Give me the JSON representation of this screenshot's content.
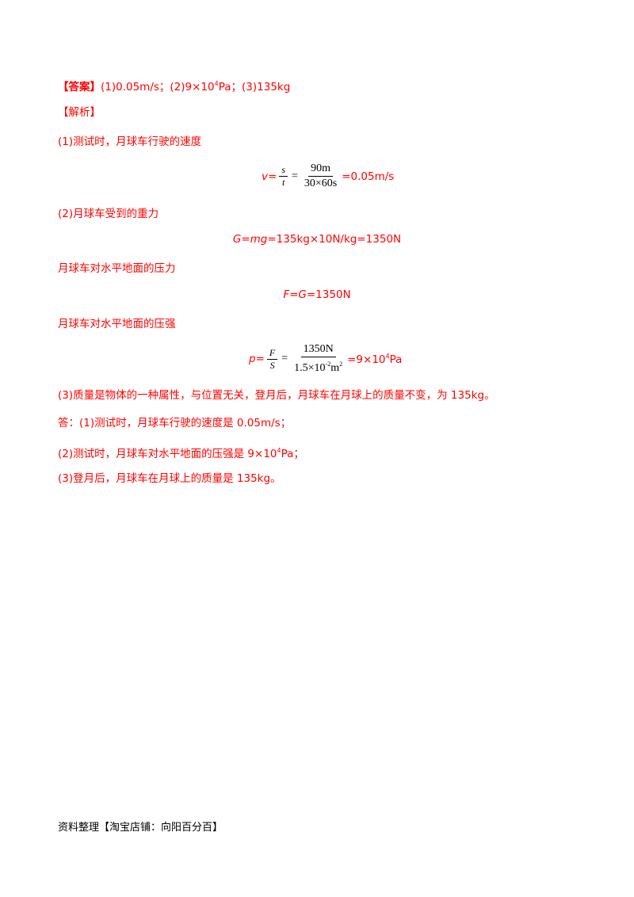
{
  "answer": {
    "label": "【答案】",
    "text_before_sup1": "(1)0.05m/s；(2)9×10",
    "sup1": "4",
    "text_after_sup1": "Pa；(3)135kg"
  },
  "analysis_label": "【解析】",
  "part1": {
    "heading": "(1)测试时，月球车行驶的速度",
    "formula": {
      "lhs": "v=",
      "frac1_num": "s",
      "frac1_den": "t",
      "eq": "=",
      "frac2_num": "90m",
      "frac2_den": "30×60s",
      "result": "=0.05m/s"
    }
  },
  "part2": {
    "heading": "(2)月球车受到的重力",
    "gravity_formula": {
      "g": "G",
      "eq1": "=",
      "mg": "mg",
      "rest": "=135kg×10N/kg=1350N"
    },
    "pressure_force_label": "月球车对水平地面的压力",
    "force_formula": {
      "f": "F",
      "eq": "=",
      "g": "G",
      "rest": "=1350N"
    },
    "pressure_label": "月球车对水平地面的压强",
    "pressure_formula": {
      "lhs": "p=",
      "frac1_num": "F",
      "frac1_den": "S",
      "eq": "=",
      "frac2_num": "1350N",
      "frac2_den_a": "1.5×10",
      "frac2_den_sup": "-2",
      "frac2_den_b": "m",
      "frac2_den_sup2": "2",
      "result_a": "=9×10",
      "result_sup": "4",
      "result_b": "Pa"
    }
  },
  "part3": {
    "text": "(3)质量是物体的一种属性，与位置无关，登月后，月球车在月球上的质量不变，为 135kg。"
  },
  "summary": {
    "line1": "答：(1)测试时，月球车行驶的速度是 0.05m/s；",
    "line2_a": "(2)测试时，月球车对水平地面的压强是 9×10",
    "line2_sup": "4",
    "line2_b": "Pa；",
    "line3": "(3)登月后，月球车在月球上的质量是 135kg。"
  },
  "footer": "资料整理【淘宝店铺：向阳百分百】"
}
